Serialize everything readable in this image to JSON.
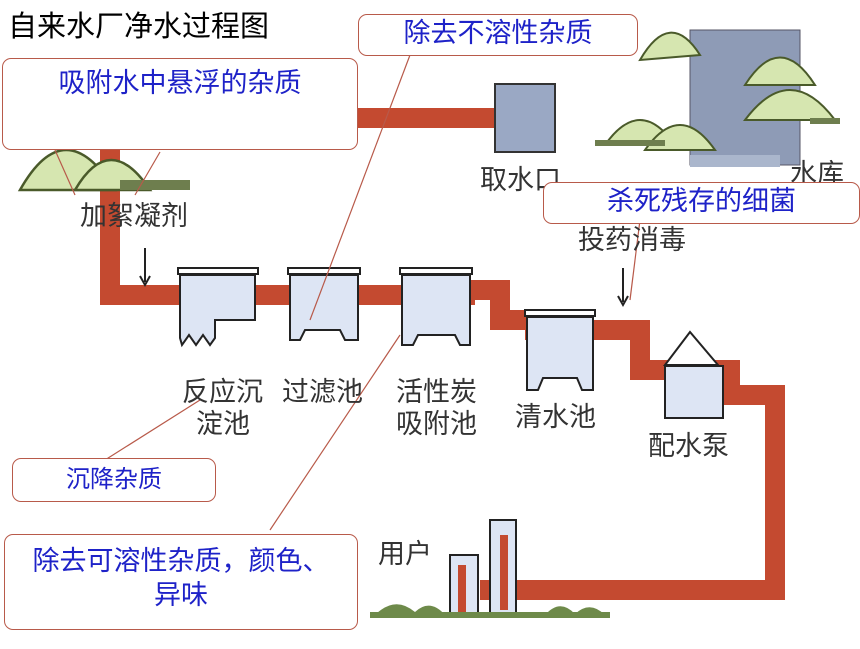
{
  "title": "自来水厂净水过程图",
  "callouts": {
    "adsorb_suspended": "吸附水中悬浮的杂质",
    "remove_insoluble": "除去不溶性杂质",
    "kill_bacteria": "杀死残存的细菌",
    "settle_impurities": "沉降杂质",
    "remove_soluble": "除去可溶性杂质，颜色、异味"
  },
  "stations": {
    "coagulant": "加絮凝剂",
    "reaction_tank_1": "反应沉",
    "reaction_tank_2": "淀池",
    "filter_tank": "过滤池",
    "carbon_tank_1": "活性炭",
    "carbon_tank_2": "吸附池",
    "clear_tank": "清水池",
    "intake": "取水口",
    "reservoir": "水库",
    "disinfect": "投药消毒",
    "pump": "配水泵",
    "users": "用户"
  },
  "colors": {
    "pipe": "#c44a30",
    "tank_fill": "#dde5f4",
    "tank_stroke": "#222222",
    "reservoir": "#8e9bb6",
    "hill_fill": "#d6e6b0",
    "hill_stroke": "#4a5a2a",
    "callout_text": "#1e22c8",
    "callout_border": "#b85a4a"
  }
}
